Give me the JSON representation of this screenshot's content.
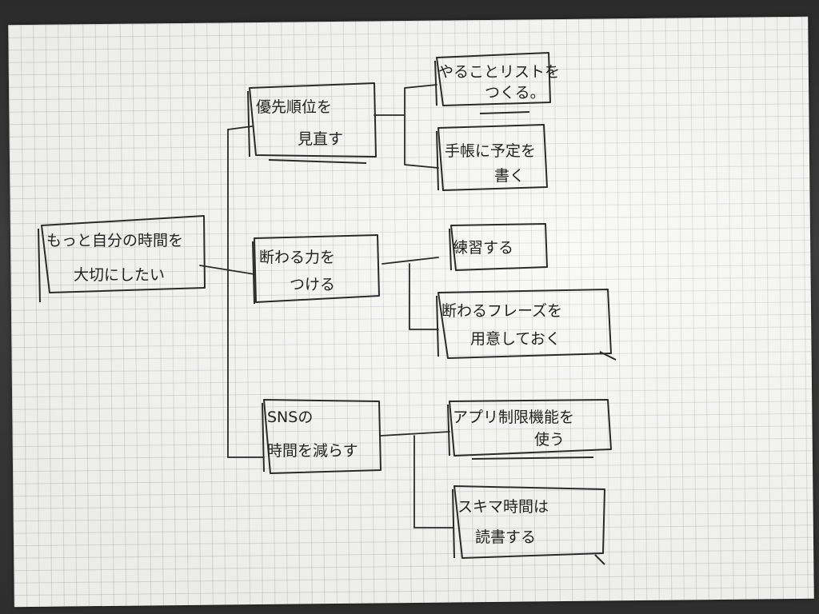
{
  "diagram": {
    "root": {
      "lines": [
        "もっと自分の時間を",
        "大切にしたい"
      ]
    },
    "branches": [
      {
        "lines": [
          "優先順位を",
          "見直す"
        ],
        "children": [
          {
            "lines": [
              "やることリストを",
              "つくる。"
            ]
          },
          {
            "lines": [
              "手帳に予定を",
              "書く"
            ]
          }
        ]
      },
      {
        "lines": [
          "断わる力を",
          "つける"
        ],
        "children": [
          {
            "lines": [
              "練習する"
            ]
          },
          {
            "lines": [
              "断わるフレーズを",
              "用意しておく"
            ]
          }
        ]
      },
      {
        "lines": [
          "SNSの",
          "時間を減らす"
        ],
        "children": [
          {
            "lines": [
              "アプリ制限機能を",
              "使う"
            ]
          },
          {
            "lines": [
              "スキマ時間は",
              "読書する"
            ]
          }
        ]
      }
    ]
  }
}
